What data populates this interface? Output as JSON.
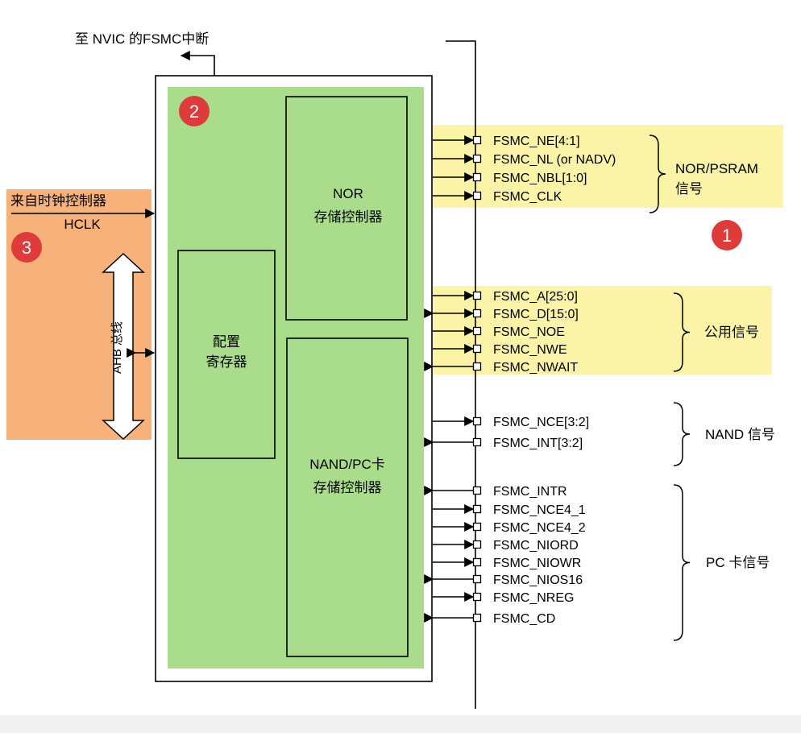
{
  "top_label": "至 NVIC 的FSMC中断",
  "badges": {
    "one": "1",
    "two": "2",
    "three": "3"
  },
  "clock": {
    "source": "来自时钟控制器",
    "signal": "HCLK"
  },
  "bus_label": "AHB 总线",
  "blocks": {
    "nor": [
      "NOR",
      "存储控制器"
    ],
    "config": [
      "配置",
      "寄存器"
    ],
    "nand": [
      "NAND/PC卡",
      "存储控制器"
    ]
  },
  "groups": [
    {
      "label": [
        "NOR/PSRAM",
        "信号"
      ],
      "highlight": true,
      "signals": [
        {
          "name": "FSMC_NE[4:1]",
          "dir": "out"
        },
        {
          "name": "FSMC_NL (or NADV)",
          "dir": "out"
        },
        {
          "name": "FSMC_NBL[1:0]",
          "dir": "out"
        },
        {
          "name": "FSMC_CLK",
          "dir": "out"
        }
      ]
    },
    {
      "label": [
        "公用信号"
      ],
      "highlight": true,
      "signals": [
        {
          "name": "FSMC_A[25:0]",
          "dir": "out"
        },
        {
          "name": "FSMC_D[15:0]",
          "dir": "bi"
        },
        {
          "name": "FSMC_NOE",
          "dir": "out"
        },
        {
          "name": "FSMC_NWE",
          "dir": "out"
        },
        {
          "name": "FSMC_NWAIT",
          "dir": "in"
        }
      ]
    },
    {
      "label": [
        "NAND 信号"
      ],
      "highlight": false,
      "signals": [
        {
          "name": "FSMC_NCE[3:2]",
          "dir": "out"
        },
        {
          "name": "FSMC_INT[3:2]",
          "dir": "in"
        }
      ]
    },
    {
      "label": [
        "PC 卡信号"
      ],
      "highlight": false,
      "signals": [
        {
          "name": "FSMC_INTR",
          "dir": "in"
        },
        {
          "name": "FSMC_NCE4_1",
          "dir": "out"
        },
        {
          "name": "FSMC_NCE4_2",
          "dir": "out"
        },
        {
          "name": "FSMC_NIORD",
          "dir": "out"
        },
        {
          "name": "FSMC_NIOWR",
          "dir": "out"
        },
        {
          "name": "FSMC_NIOS16",
          "dir": "in"
        },
        {
          "name": "FSMC_NREG",
          "dir": "out"
        },
        {
          "name": "FSMC_CD",
          "dir": "in"
        }
      ]
    }
  ],
  "colors": {
    "green": "#a9dd8c",
    "orange": "#f6b27a",
    "yellow": "#fbf4a8",
    "badge": "#de3b3b",
    "line": "#000000"
  }
}
